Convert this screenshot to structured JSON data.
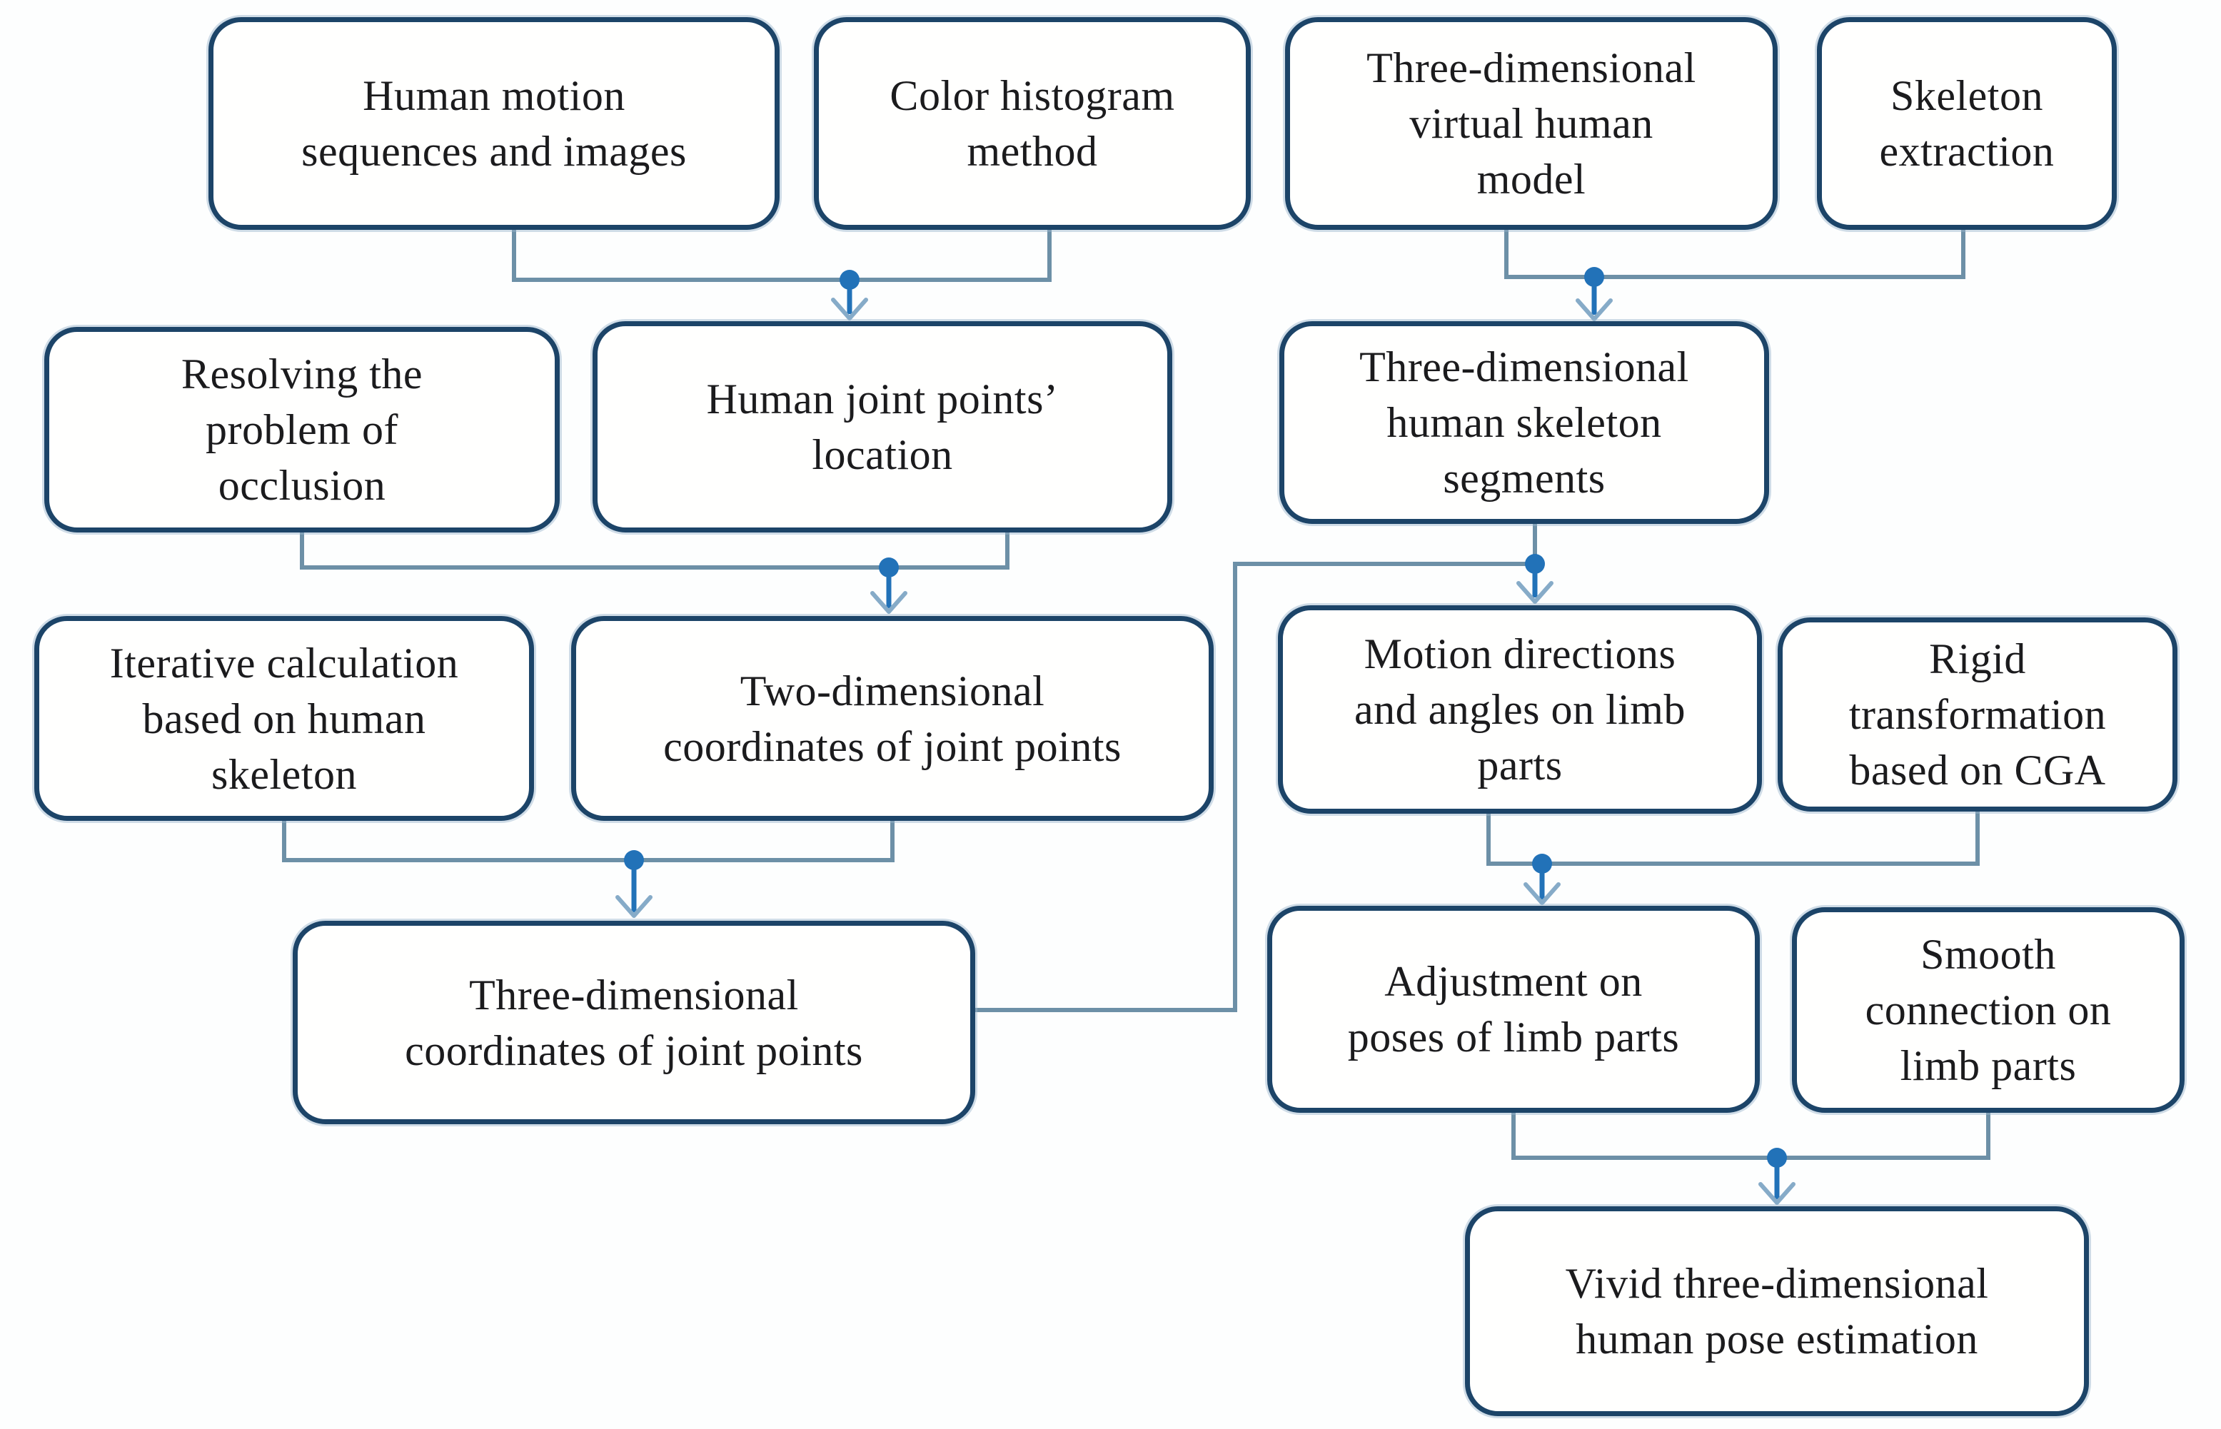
{
  "nodes": {
    "human_motion": {
      "label": "Human motion\nsequences and images"
    },
    "color_histogram": {
      "label": "Color histogram\nmethod"
    },
    "virtual_model": {
      "label": "Three-dimensional\nvirtual human\nmodel"
    },
    "skeleton_extraction": {
      "label": "Skeleton\nextraction"
    },
    "occlusion": {
      "label": "Resolving the\nproblem of\nocclusion"
    },
    "joint_location": {
      "label": "Human joint points’\nlocation"
    },
    "skeleton_segments": {
      "label": "Three-dimensional\nhuman skeleton\nsegments"
    },
    "iterative_calc": {
      "label": "Iterative calculation\nbased on human\nskeleton"
    },
    "coords_2d": {
      "label": "Two-dimensional\ncoordinates of joint points"
    },
    "motion_directions": {
      "label": "Motion directions\nand angles on limb\nparts"
    },
    "rigid_cga": {
      "label": "Rigid\ntransformation\nbased on CGA"
    },
    "coords_3d": {
      "label": "Three-dimensional\ncoordinates of joint points"
    },
    "adjustment": {
      "label": "Adjustment on\nposes of limb parts"
    },
    "smooth": {
      "label": "Smooth\nconnection on\nlimb parts"
    },
    "vivid": {
      "label": "Vivid three-dimensional\nhuman pose estimation"
    }
  },
  "edges": [
    {
      "from": "human_motion",
      "to": "joint_location"
    },
    {
      "from": "color_histogram",
      "to": "joint_location"
    },
    {
      "from": "virtual_model",
      "to": "skeleton_segments"
    },
    {
      "from": "skeleton_extraction",
      "to": "skeleton_segments"
    },
    {
      "from": "occlusion",
      "to": "coords_2d"
    },
    {
      "from": "joint_location",
      "to": "coords_2d"
    },
    {
      "from": "iterative_calc",
      "to": "coords_3d"
    },
    {
      "from": "coords_2d",
      "to": "coords_3d"
    },
    {
      "from": "skeleton_segments",
      "to": "motion_directions"
    },
    {
      "from": "coords_3d",
      "to": "motion_directions"
    },
    {
      "from": "motion_directions",
      "to": "adjustment"
    },
    {
      "from": "rigid_cga",
      "to": "adjustment"
    },
    {
      "from": "adjustment",
      "to": "vivid"
    },
    {
      "from": "smooth",
      "to": "vivid"
    }
  ],
  "colors": {
    "background": "#fdfefe",
    "box_border": "#1c4468",
    "box_fill": "#fffffe",
    "text": "#1b1b1d",
    "connector_line": "#6d90a7",
    "junction_dot": "#2272b8",
    "arrow_stem": "#2272b8",
    "arrowhead": "#86abc8"
  }
}
